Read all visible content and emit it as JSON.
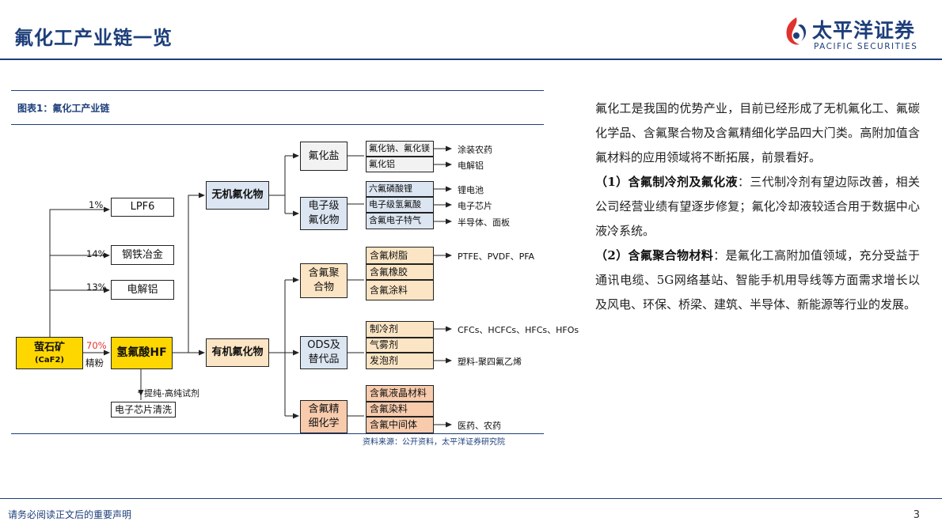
{
  "header": {
    "title": "氟化工产业链一览",
    "logo_name": "太平洋证券",
    "logo_sub": "PACIFIC SECURITIES"
  },
  "figure": {
    "caption": "图表1：氟化工产业链",
    "source": "资料来源：公开资料，太平洋证券研究院",
    "nodes": {
      "fluorite": "萤石矿",
      "fluorite_sub": "(CaF2)",
      "hf": "氢氟酸HF",
      "lpf6": "LPF6",
      "steel": "钢铁冶金",
      "aluminum": "电解铝",
      "chip_clean": "电子芯片清洗",
      "inorganic": "无机氟化物",
      "organic": "有机氟化物",
      "fluoride_salt": "氟化盐",
      "electronic_fluoride": "电子级\n氟化物",
      "fluoropolymer": "含氟聚\n合物",
      "ods": "ODS及\n替代品",
      "fine_chem": "含氟精\n细化学"
    },
    "labels": {
      "pct_1": "1%",
      "pct_14": "14%",
      "pct_13": "13%",
      "pct_70": "70%",
      "fine_powder": "精粉",
      "purify": "提纯-高纯试剂"
    },
    "products": {
      "salt_1": "氟化钠、氟化镁",
      "salt_2": "氟化铝",
      "elec_1": "六氟磷酸锂",
      "elec_2": "电子级氢氟酸",
      "elec_3": "含氟电子特气",
      "poly_1": "含氟树脂",
      "poly_2": "含氟橡胶",
      "poly_3": "含氟涂料",
      "ods_1": "制冷剂",
      "ods_2": "气雾剂",
      "ods_3": "发泡剂",
      "fine_1": "含氟液晶材料",
      "fine_2": "含氟染料",
      "fine_3": "含氟中间体"
    },
    "applications": {
      "app_salt_1": "涂装农药",
      "app_salt_2": "电解铝",
      "app_elec_1": "锂电池",
      "app_elec_2": "电子芯片",
      "app_elec_3": "半导体、面板",
      "app_poly_1": "PTFE、PVDF、PFA",
      "app_ods_1": "CFCs、HCFCs、HFCs、HFOs",
      "app_ods_3": "塑料-聚四氟乙烯",
      "app_fine_3": "医药、农药"
    }
  },
  "body_text": {
    "p1": "氟化工是我国的优势产业，目前已经形成了无机氟化工、氟碳化学品、含氟聚合物及含氟精细化学品四大门类。高附加值含氟材料的应用领域将不断拓展，前景看好。",
    "p2_head": "（1）含氟制冷剂及氟化液",
    "p2_body": "：三代制冷剂有望边际改善，相关公司经营业绩有望逐步修复；氟化冷却液较适合用于数据中心液冷系统。",
    "p3_head": "（2）含氟聚合物材料",
    "p3_body": "：是氟化工高附加值领域，充分受益于通讯电缆、5G网络基站、智能手机用导线等方面需求增长以及风电、环保、桥梁、建筑、半导体、新能源等行业的发展。"
  },
  "footer": {
    "note": "请务必阅读正文后的重要声明",
    "page": "3"
  }
}
